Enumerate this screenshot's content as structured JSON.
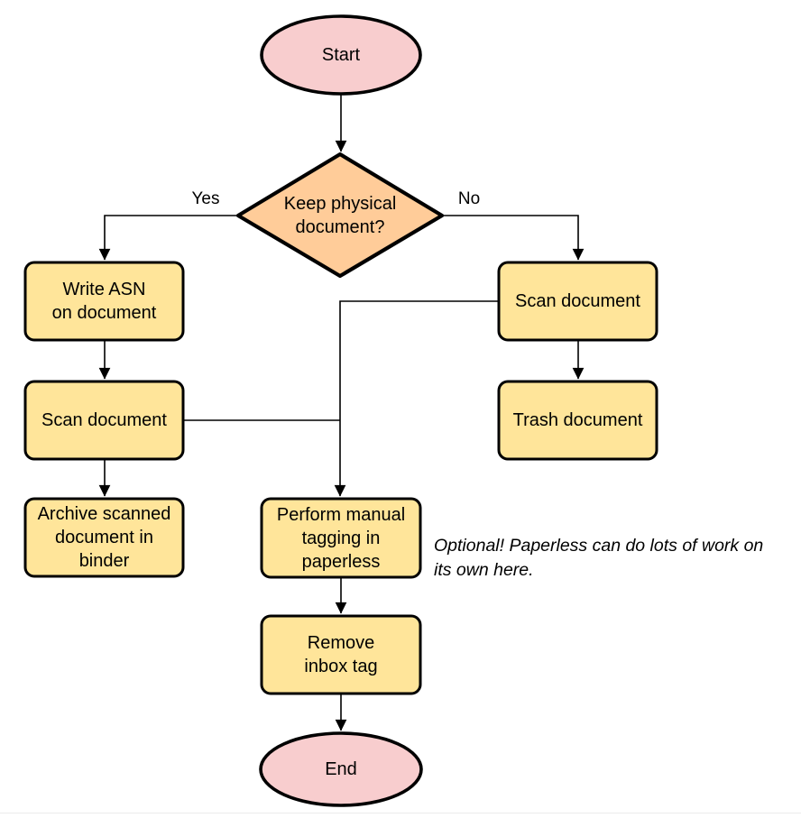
{
  "diagram": {
    "nodes": {
      "start": {
        "label": "Start"
      },
      "decision": {
        "label": "Keep physical\ndocument?"
      },
      "write_asn": {
        "label": "Write ASN\non document"
      },
      "scan_left": {
        "label": "Scan document"
      },
      "archive": {
        "label": "Archive scanned\ndocument in\nbinder"
      },
      "scan_right": {
        "label": "Scan document"
      },
      "trash": {
        "label": "Trash document"
      },
      "tagging": {
        "label": "Perform manual\ntagging in\npaperless"
      },
      "remove_inbox": {
        "label": "Remove\ninbox tag"
      },
      "end": {
        "label": "End"
      }
    },
    "edge_labels": {
      "yes": "Yes",
      "no": "No"
    },
    "annotation": {
      "text": "Optional! Paperless can do lots of work on\nits own here."
    },
    "colors": {
      "terminator_fill": "#f8cdce",
      "decision_fill": "#ffcc99",
      "process_fill": "#ffe59a",
      "stroke": "#000000",
      "divider": "#ececec"
    }
  }
}
